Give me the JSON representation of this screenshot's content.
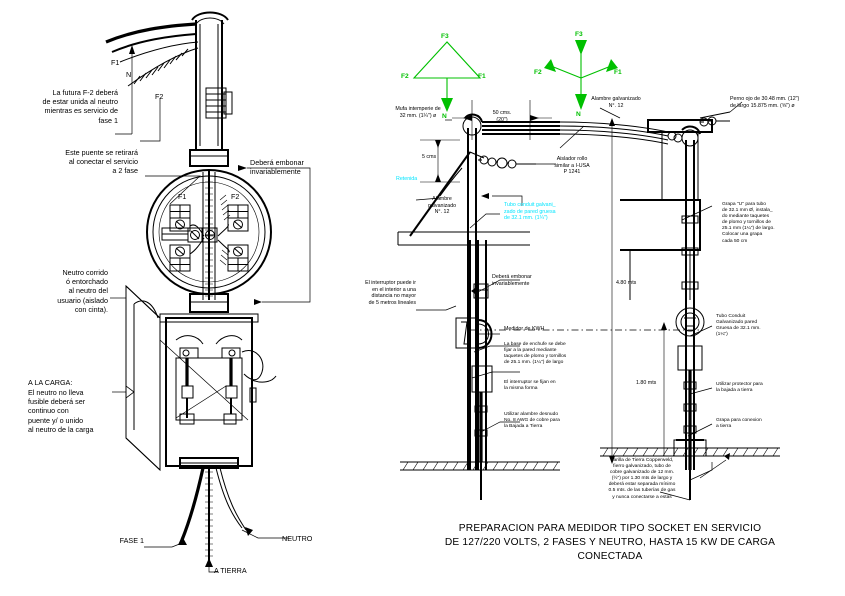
{
  "title_block": {
    "line1": "PREPARACION PARA MEDIDOR TIPO SOCKET EN SERVICIO",
    "line2": "DE 127/220 VOLTS, 2 FASES Y NEUTRO, HASTA 15 KW DE CARGA",
    "line3": "CONECTADA"
  },
  "left_detail": {
    "note_f2": "La futura F-2 deberá\nde estar unida al neutro\nmientras es servicio de\nfase 1",
    "note_puente": "Este puente se retirará\nal conectar el servicio\na 2 fase",
    "note_embonar": "Deberá embonar\ninvariablemente",
    "note_neutro": "Neutro corrido\nó entorchado\nal neutro del\nusuario (aislado\ncon cinta).",
    "note_carga_title": "A LA CARGA:",
    "note_carga_body": "El neutro no lleva\nfusible deberá ser\ncontinuo con\npuente y/ o unido\nal neutro de la carga",
    "terminal_f1": "F1",
    "terminal_f2": "F2",
    "wire_f1": "F1",
    "wire_f2": "F2",
    "wire_n": "N",
    "bottom_fase1": "FASE 1",
    "bottom_neutro": "NEUTRO",
    "bottom_tierra": "A TIERRA"
  },
  "phase_diagrams": {
    "delta": {
      "top": "F3",
      "left": "F2",
      "right": "F1",
      "neutral": "N"
    },
    "wye": {
      "top": "F3",
      "left": "F2",
      "right": "F1",
      "neutral": "N"
    },
    "color": "#00c000"
  },
  "elevation": {
    "mufa": "Mufa intemperie de\n32 mm. (1¼\") ø",
    "dim_50": "50 cms.\n(20\")",
    "dim_5": "5 cms",
    "retenida": "Retenida",
    "alambre_izq": "Alambre\ngalvanizado\nN°. 12",
    "alambre_der": "Alambre galvanizado\nN°. 12",
    "aislador": "Aislador rollo\nsimilar a I-USA\nP 1241",
    "perno_ojo": "Perno ojo de 30.48 mm. (12\")\nde largo 15.875 mm. (⅝\") ø",
    "tubo_conduit_cyan": "Tubo conduit galvani_\nzado de pared gruesa\nde 32.1 mm. (1¼\")",
    "embonar": "Deberá embonar\ninvariablemente",
    "interruptor_interior": "El interruptor puede ir\nen el interior a una\ndistancia no mayor\nde 5 metros lineales",
    "medidor": "Medidor de KWH",
    "base_enchufe": "La base de enchufe se debe\nfijar a la pared mediante\ntaquetes de plomo y tornillos\nde 25.1 mm. (1¼\") de largo",
    "interruptor_fija": "El interruptor se fijan en\nla misma forma",
    "alambre_desnudo": "Utilizar alambre desnudo\nNo. 8 AWG de cobre para\nla Bajada a Tierra",
    "grapa_u": "Grapa \"U\" para tubo\nde 32.1 mm Ø, instala_\ndo mediante taquetes\nde plomo y tornillos de\n25.1 mm (1¼\") de largo.\nColocar una grapa\ncada 50 cm",
    "tubo_conduit_der": "Tubo Conduit\nGalvanizado pared\nGruesa de 32.1 mm.\n(1¼\")",
    "protector": "Utilizar protector para\nla bajada a tierra",
    "grapa_tierra": "Grapa para conexion\na tierra",
    "varilla_tierra": "Varilla de Tierra Copperweld,\nfierro galvanizado, tubo de\ncobre galvanizado de 12 mm.\n(½\") por 1.30 mts de largo y\ndeberá estar separada mínimo\n0.5 mts. de las tuberías de gas\ny nunca conectarse a estas",
    "dim_480": "4.80 mts",
    "dim_180": "1.80 mts"
  }
}
